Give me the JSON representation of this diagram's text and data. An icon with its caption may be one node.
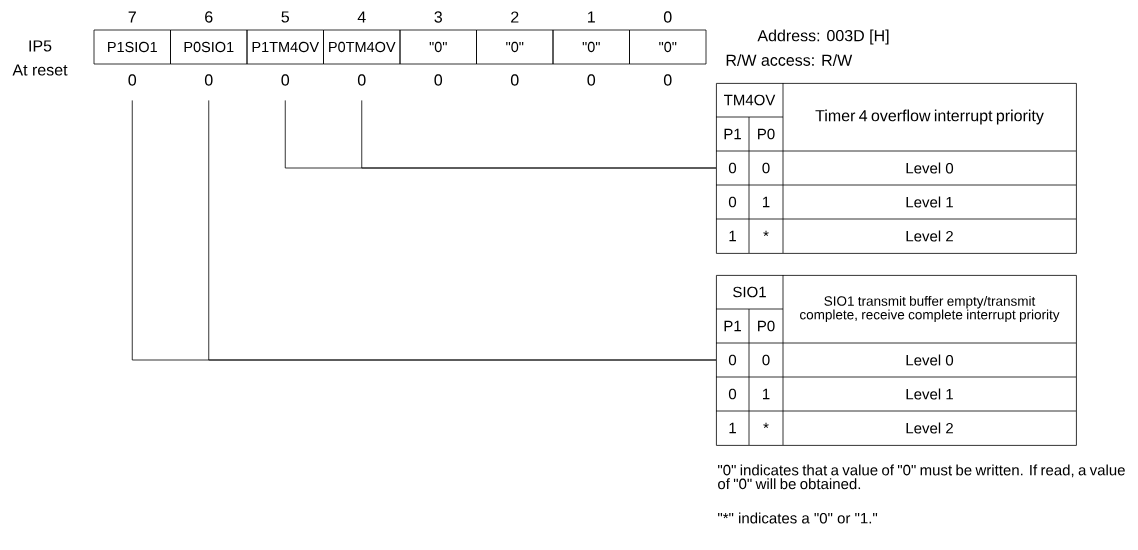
{
  "diagram": {
    "nodes": [
      {
        "text": [
          "P1SIO1"
        ]
      },
      {
        "text": [
          "P0SIO1"
        ]
      },
      {
        "text": [
          "P1TM4OV"
        ]
      },
      {
        "text": [
          "P0TM4OV"
        ]
      },
      {
        "text": [
          "\"0\""
        ]
      },
      {
        "text": [
          "\"0\""
        ]
      },
      {
        "text": [
          "\"0\""
        ]
      },
      {
        "text": [
          "\"0\""
        ]
      },
      {
        "text": [
          "TM4OV",
          "Timer 4 overflow interrupt priority",
          "P1",
          "P0",
          "0",
          "0",
          "Level 0",
          "0",
          "1",
          "Level 1",
          "1",
          "*",
          "Level 2"
        ]
      },
      {
        "text": [
          "SIO1",
          "SIO1 transmit buffer empty/transmit complete, receive complete interrupt priority",
          "P1",
          "P0",
          "0",
          "0",
          "Level 0",
          "0",
          "1",
          "Level 1",
          "1",
          "*",
          "Level 2"
        ]
      }
    ],
    "edges": [
      {
        "from": 2,
        "to": 8,
        "arrow": "none"
      },
      {
        "from": 3,
        "to": 8,
        "arrow": "none"
      },
      {
        "from": 0,
        "to": 9,
        "arrow": "none"
      },
      {
        "from": 1,
        "to": 9,
        "arrow": "none"
      }
    ],
    "labels": [
      "7",
      "6",
      "5",
      "4",
      "3",
      "2",
      "1",
      "0",
      "IP5",
      "At reset",
      "0",
      "0",
      "0",
      "0",
      "0",
      "0",
      "0",
      "0",
      "Address: 003D [H]",
      "R/W access: R/W",
      "\"0\" indicates that a value of \"0\" must be written. If read, a value of \"0\" will be obtained.",
      "\"*\" indicates a \"0\" or \"1.\""
    ]
  }
}
